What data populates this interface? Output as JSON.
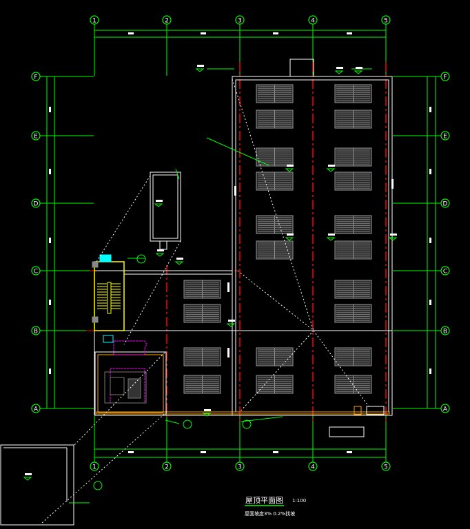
{
  "drawing": {
    "title": "屋顶平面图",
    "scale": "1:100",
    "note": "屋面坡度3% 0.2%找坡"
  },
  "axes": {
    "columns": [
      "1",
      "2",
      "3",
      "4",
      "5"
    ],
    "rows": [
      "F",
      "E",
      "D",
      "C",
      "B",
      "A"
    ]
  },
  "colors": {
    "background": "#000000",
    "axis": "#00ff00",
    "wall": "#ffffff",
    "centerline": "#ff0000",
    "stair": "#ffff00",
    "parapet": "#ffa500",
    "equipment": "#ff00ff",
    "glass": "#00ffff"
  }
}
